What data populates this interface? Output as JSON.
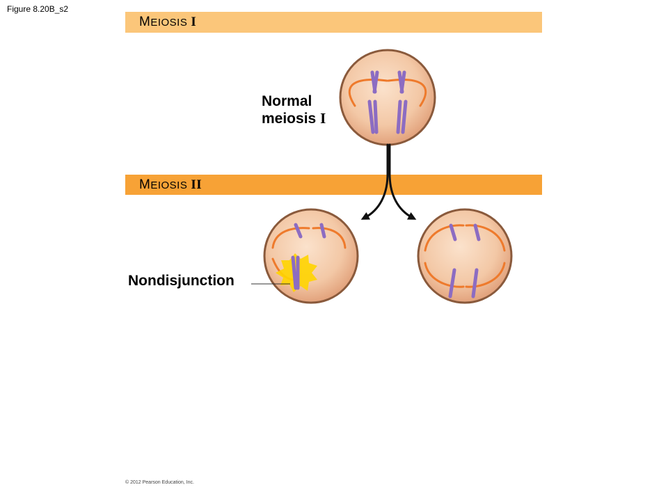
{
  "figure_label": "Figure 8.20B_s2",
  "band_meiosis1": {
    "cap": "M",
    "rest": "EIOSIS",
    "roman": "I"
  },
  "band_meiosis2": {
    "cap": "M",
    "rest": "EIOSIS",
    "roman": "II"
  },
  "normal_label": {
    "line1": "Normal",
    "line2": "meiosis",
    "roman": "I"
  },
  "nondisjunction_label": "Nondisjunction",
  "copyright": "© 2012 Pearson Education, Inc.",
  "colors": {
    "band_light": "#fbc67a",
    "band_dark": "#f7a236",
    "cell_fill": "#f0c4a3",
    "cell_edge": "#8a5a3c",
    "spindle": "#ee7a2c",
    "chromosome": "#8c6cc2",
    "nondisjunction_flash": "#ffd400"
  },
  "icons": [
    "cell-icon",
    "chromosome-icon",
    "spindle-icon",
    "arrow-icon",
    "starburst-icon"
  ]
}
